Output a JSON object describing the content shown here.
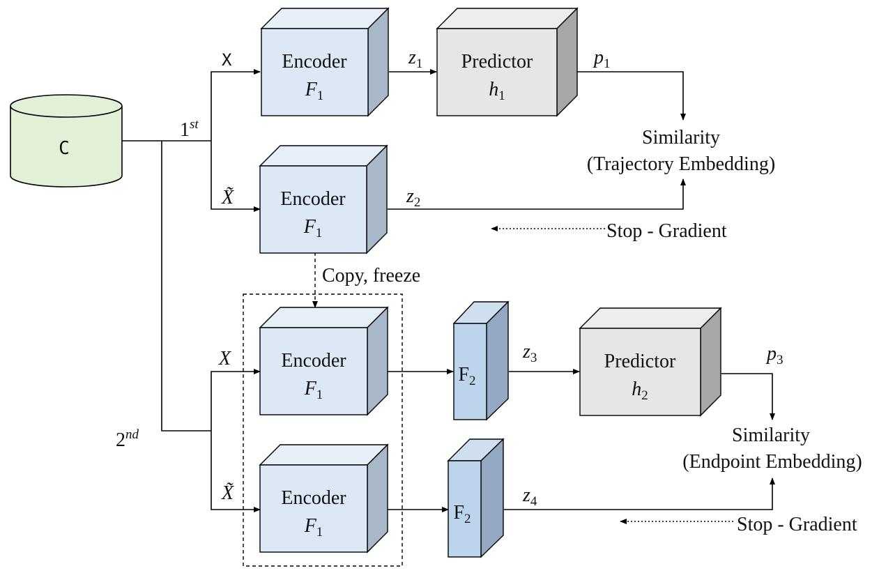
{
  "database": {
    "label": "C",
    "color": "#e3f0d8"
  },
  "branches": {
    "first": {
      "base": "1",
      "sup": "st"
    },
    "second": {
      "base": "2",
      "sup": "nd"
    }
  },
  "inputs": {
    "x_upright": "X",
    "x_tilde_1": "X̃",
    "x_italic": "X",
    "x_tilde_2": "X̃"
  },
  "encoder": {
    "title": "Encoder",
    "var": "F",
    "sub": "1"
  },
  "predictors": [
    {
      "title": "Predictor",
      "var": "h",
      "sub": "1"
    },
    {
      "title": "Predictor",
      "var": "h",
      "sub": "2"
    }
  ],
  "projection": {
    "var": "F",
    "sub": "2"
  },
  "z_labels": [
    {
      "var": "z",
      "sub": "1"
    },
    {
      "var": "z",
      "sub": "2"
    },
    {
      "var": "z",
      "sub": "3"
    },
    {
      "var": "z",
      "sub": "4"
    }
  ],
  "p_labels": [
    {
      "var": "p",
      "sub": "1"
    },
    {
      "var": "p",
      "sub": "3"
    }
  ],
  "similarity": [
    {
      "line1": "Similarity",
      "line2": "(Trajectory Embedding)"
    },
    {
      "line1": "Similarity",
      "line2": "(Endpoint Embedding)"
    }
  ],
  "stop_gradient": "Stop - Gradient",
  "copy_freeze": "Copy, freeze",
  "colors": {
    "encoder_front": "#dce8f6",
    "encoder_top": "#e6eef8",
    "encoder_side": "#a9b8c9",
    "predictor_front": "#e6e6e6",
    "predictor_top": "#ededed",
    "predictor_side": "#a7a7a7",
    "projection_front": "#bdd5ec",
    "projection_top": "#cfdff0",
    "projection_side": "#93a8c2"
  }
}
